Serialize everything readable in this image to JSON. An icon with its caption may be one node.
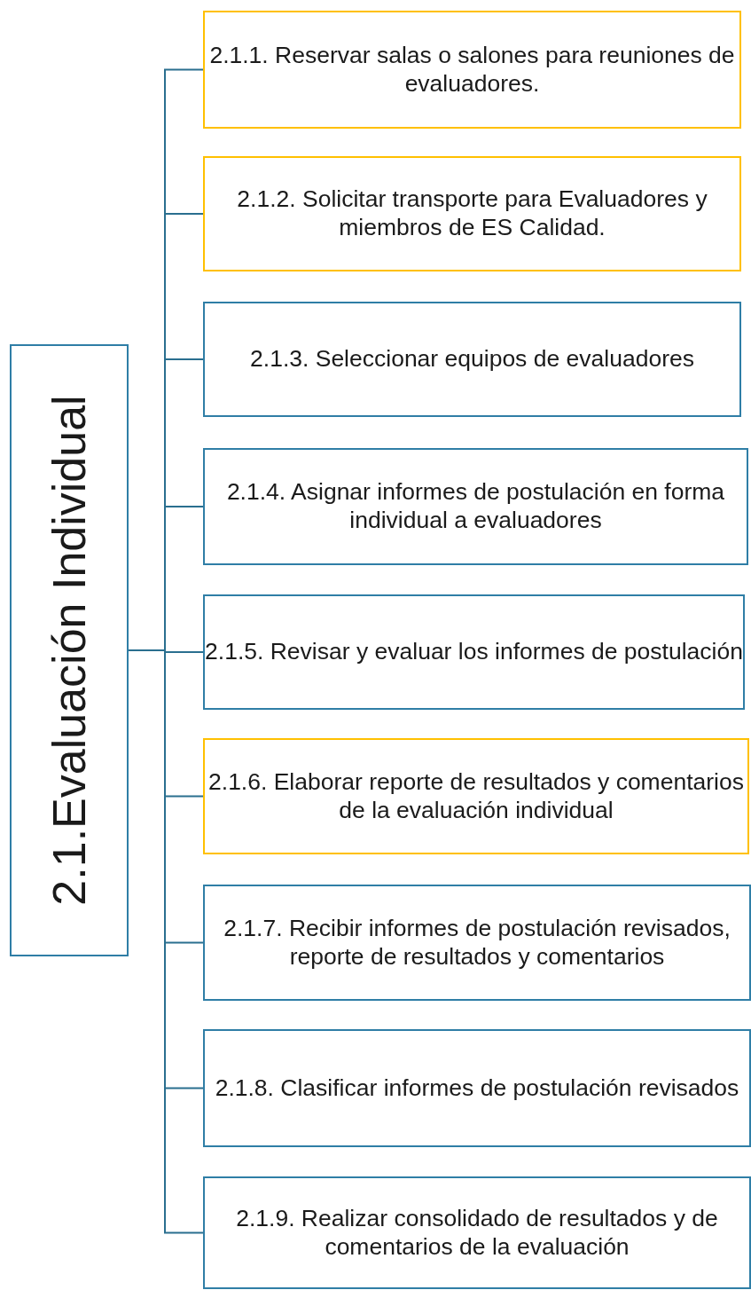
{
  "diagram": {
    "nodes": [
      {
        "text": [
          "2.1.Evaluación Individual"
        ]
      },
      {
        "text": [
          "2.1.1. Reservar salas o salones para reuniones de evaluadores."
        ]
      },
      {
        "text": [
          "2.1.2. Solicitar transporte para Evaluadores y miembros de ES Calidad."
        ]
      },
      {
        "text": [
          "2.1.3. Seleccionar equipos de evaluadores"
        ]
      },
      {
        "text": [
          "2.1.4. Asignar informes de postulación en forma individual a evaluadores"
        ]
      },
      {
        "text": [
          "2.1.5. Revisar y evaluar los informes de postulación"
        ]
      },
      {
        "text": [
          "2.1.6. Elaborar reporte de resultados y comentarios de la evaluación individual"
        ]
      },
      {
        "text": [
          "2.1.7. Recibir informes de postulación revisados, reporte de resultados y comentarios"
        ]
      },
      {
        "text": [
          "2.1.8. Clasificar informes de postulación revisados"
        ]
      },
      {
        "text": [
          "2.1.9. Realizar consolidado de resultados y de comentarios de la evaluación"
        ]
      }
    ],
    "edges": [
      {
        "from": 0,
        "to": 1,
        "arrow": "none"
      },
      {
        "from": 0,
        "to": 2,
        "arrow": "none"
      },
      {
        "from": 0,
        "to": 3,
        "arrow": "none"
      },
      {
        "from": 0,
        "to": 4,
        "arrow": "none"
      },
      {
        "from": 0,
        "to": 5,
        "arrow": "none"
      },
      {
        "from": 0,
        "to": 6,
        "arrow": "none"
      },
      {
        "from": 0,
        "to": 7,
        "arrow": "none"
      },
      {
        "from": 0,
        "to": 8,
        "arrow": "none"
      },
      {
        "from": 0,
        "to": 9,
        "arrow": "none"
      }
    ]
  }
}
